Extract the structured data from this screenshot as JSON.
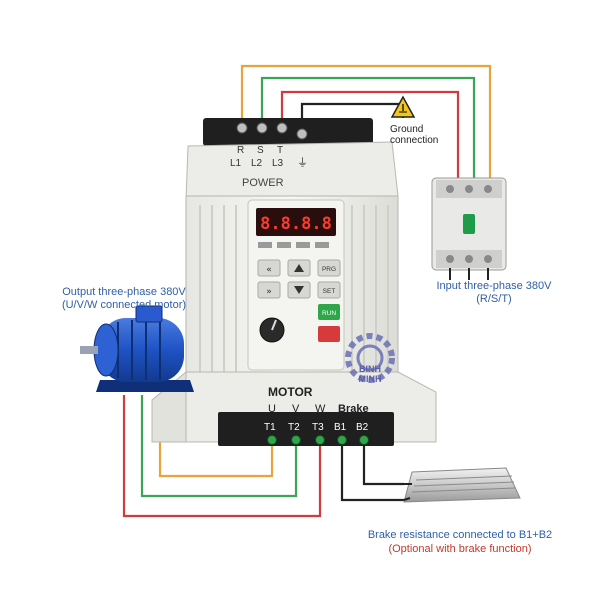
{
  "ground": {
    "line1": "Ground",
    "line2": "connection"
  },
  "input": {
    "line1": "Input three-phase 380V",
    "line2": "(R/S/T)"
  },
  "output": {
    "line1": "Output three-phase 380V",
    "line2": "(U/V/W connected motor)"
  },
  "brake": {
    "line1": "Brake resistance connected to B1+B2",
    "line2": "(Optional with brake function)"
  },
  "top_terminals": {
    "r": "R",
    "s": "S",
    "t": "T",
    "l1": "L1",
    "l2": "L2",
    "l3": "L3"
  },
  "power_label": "POWER",
  "display": "8.8.8.8",
  "keypad": {
    "prg": "PRG",
    "set": "SET",
    "run": "RUN"
  },
  "motor_label": "MOTOR",
  "bottom_terminals": {
    "u": "U",
    "v": "V",
    "w": "W",
    "brake": "Brake",
    "t1": "T1",
    "t2": "T2",
    "t3": "T3",
    "b1": "B1",
    "b2": "B2"
  },
  "watermark": {
    "line1": "BINH",
    "line2": "MINH"
  },
  "colors": {
    "orange": "#e8a33d",
    "green": "#3aa655",
    "red": "#d23b3b",
    "black": "#222222",
    "label_blue": "#2f5fa8",
    "label_red": "#c0392b"
  }
}
